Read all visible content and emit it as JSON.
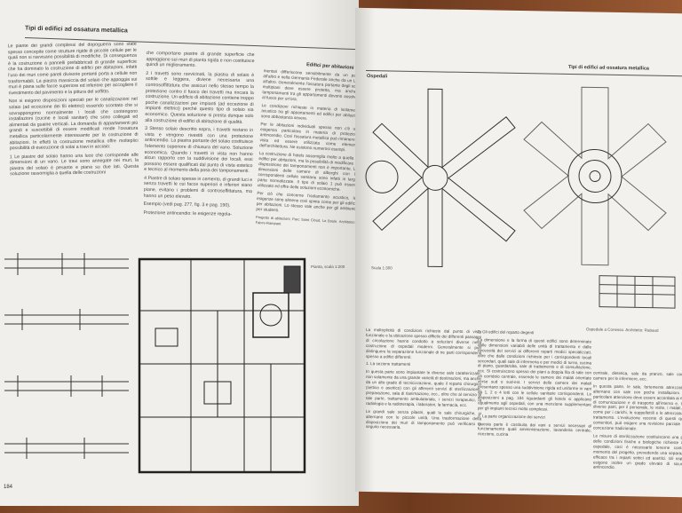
{
  "left_page": {
    "running_head": "Tipi di edifici ad ossatura metallica",
    "section_head": "Edifici per abitazioni",
    "col1": [
      "Le piante dei grandi complessi del dopoguerra sono state spesso concepite come strutture rigide di piccole cellule per le quali non si ravvisano possibilità di modifiche. Di conseguenza è la costruzione a pannelli prefabbricati di grande superficie che ha dominato la costruzione di edifici per abitazioni, infatti l'uso dei muri come pareti divisorie portanti porta a cellule non trasformabili. La piastra massiccia del solaio che appoggia sui muri è piana sulle facce superiore ed inferiore per accogliere il rivestimento del pavimento e la pittura del soffitto.",
      "Non si esigono disposizioni speciali per le canalizzazioni nel solaio (ad eccezione dei fili elettrici) essendo scontato che si sovrappongono normalmente i locali che contengono installazioni (cucine e locali sanitari) che sono collegati ed alimentati da guaine verticali. La domanda di appartamenti più grandi e suscettibili di essere modificati rende l'ossatura metallica particolarmente interessante per la costruzione di abitazioni. In effetti la costruzione metallica offre molteplici possibilità di esecuzione di solai a travi in acciaio:",
      "1 Le piastre del solaio hanno una luce che corrisponde alle dimensioni di un vano. Le travi sono annegate nei muri, la piastra del solaio è pesante e piana su due lati. Questa soluzione rassomiglia a quella delle costruzioni"
    ],
    "col2": [
      "che comportano piastre di grande superficie che appoggiano sui muri di pianta rigida e non costituisce quindi un miglioramento.",
      "2 I travetti sono ravvicinati, la piastra di solaio è sottile e leggera, diviene necessaria una controsoffittatura che assicuri nello stesso tempo la protezione contro il fuoco dei travetti ma rincara la costruzione. Un edificio di abitazione contiene troppo poche canalizzazioni per impianti (ad eccezione di impianti elettrici) perché questo tipo di solaio sia economico. Questa soluzione si presta dunque solo alla costruzione di edifici di abitazione di qualità.",
      "3 Stesso solaio descritto sopra, i travetti restano in vista e vengono rivestiti con una protezione antincendio. La piastra portante del solaio costituisce l'elemento superiore di chiusura del vano. Soluzione economica. Quando i travetti in vista non hanno alcun rapporto con la suddivisione dei locali, essi possono essere qualificati dal punto di vista estetico e tecnico al momento della posa dei tamponamenti.",
      "4 Piastre di solaio spesse in cemento, di grandi luci e senza travetti le cui facce superiori e inferiori siano piane, evitano i problemi di controsoffittatura, ma hanno un peso elevato.",
      "Esempio (vedi pag. 277, fig. 3 e pag. 190).",
      "Protezione antincendio: le esigenze regola-"
    ],
    "col3": [
      "mentari differiscono sensibilmente da un paese all'altro e nella Germania Federale anche da un Land all'altro. Generalmente l'ossatura portante degli edifici multipiani deve essere protetta, ma anche i tamponamenti tra gli appartamenti devono assolvere al fuoco per un'ora.",
      "Le condizioni richieste in materia di isolamento acustico tra gli appartamenti ed edifici per abitazioni sono abbastanza severe.",
      "Per le abitazioni individuali spesso non c'è una esigenza particolare in materia di protezione antincendio. Così l'ossatura metallica può rimanere in vista ed essere utilizzata come elemento dell'architettura. Ne esistono numerosi esempi.",
      "La costruzione di hotels assomiglia molto a quella di edifici per abitazioni, ma la possibilità di modificare la disposizione dei tamponamenti non è importante. Le dimensioni delle camere di alberghi con le corrispondenti cellule sanitarie sono infatti in larga parte normalizzate. Il tipo di solaio 1 può essere utilizzato ed offre delle soluzioni economiche.",
      "Per ciò che concerne l'isolamento acustico, le esigenze sono almeno così spinte come per gli edifici per abitazioni. Lo stesso vale anche per gli ambienti per studenti."
    ],
    "credit": "Progetto di abitazioni, Parc Saint Cloud, La Boule. Architetto: Faivre-Rampant",
    "plan_caption": "Pianta, scala 1:200",
    "page_number": "184"
  },
  "right_page": {
    "running_head": "Tipi di edifici ad ossatura metallica",
    "section_head": "Ospedali",
    "scale_label": "Scala 1:300",
    "caption": "Ospedale a Conesso. Architetto: Rabaud",
    "col1": [
      "La molteplicità di condizioni richieste dal punto di vista funzionale e la ubicazione spesso difficile dei differenti passaggi di circolazione hanno condotto a soluzioni diverse nella costruzione di ospedali moderni. Generalmente si può distinguere la separazione funzionale di tre parti corrispondenti spesso a edifici differenti:",
      "1. La sezione trattamenti",
      "In questa parte sono impiantate le diverse sale caratterizzate, non solamente da una grande varietà di destinazioni, ma anche da un alto grado di tecnicizzazione, quale il reparto chirurgico (settico e asettico) con gli afferenti servizi di sterilizzazione, preparazione, sala di rianimazione, ecc., oltre che al servizio di tale parte, trattamento ambulatoriale, i servizi terapeutici, la radiologia e la radioterapia, i laboratori, la farmacia, ecc.",
      "Le grandi sale senza pilastri, quali le sale chirurgiche, si alternano con le piccole unità. Una trasformazione della disposizione dei muri di tamponamento può verificarsi in seguito necessaria."
    ],
    "col2": [
      "2. Gli edifici del reparto degenti",
      "La dimensione e la forma di questi edifici sono determinate dalle dimensioni variabili delle unità di trattamento e dalle necessità dei servizi ai differenti reparti medici specializzati, oltre che dalle condizioni richieste per i corrispondenti locali secondari, quali sale di infermeria e per medici di turno, cucina di piano, guardaroba, sale di trattamento e di consultazione, ecc. Si costruiscono spesso dei piani a doppia fila di sale con un corridoio centrale, essendo le camere dei malati orientate verso sud o sud-est. I servizi delle camere dei malati presentano spesso una suddivisione rigida ed uniforme in vani da 1, 2 o 4 letti con le cellule sanitarie corrispondenti. Le disposizioni a pag. 184 riguardanti gli hotels si applicano ugualmente agli ospedali, con una menzione supplementare per gli impianti tecnici molto complessi.",
      "3. La parte organizzazione dei servizi",
      "Questa parte è costituita dai vani e servizi necessari al funzionamento quali amministrazione, lavanderia centrale, ricezione, cucina"
    ],
    "col3": [
      "centrale, dietetica, sale da pranzo, sale corsi e camere per le infermiere, ecc.",
      "In questa parte, le sale, fortemente attrezzate, si alternano con sale con poche installazioni. Una particolare attenzione deve essere accordata ai mezzi di comunicazione e di trasporto all'interno e, tra le diverse parti, per il personale, le visite, i malati, così come per i carichi, le suppellettili e le attrezzature di trattamento. L'evoluzione recente di questi quali i contenitori, può esigere una revisione parziale della concezione tradizionale.",
      "Le misure di sterilizzazione costituiscono una prima delle condizioni fisiche e biologiche richieste in un ospedale, così è necessario tenerne conto al momento del progetto, prevedendo una separazione efficace tra i reparti settici ed asettici. Gli ospedali esigono inoltre un grado elevato di sicurezza antincendio."
    ]
  }
}
